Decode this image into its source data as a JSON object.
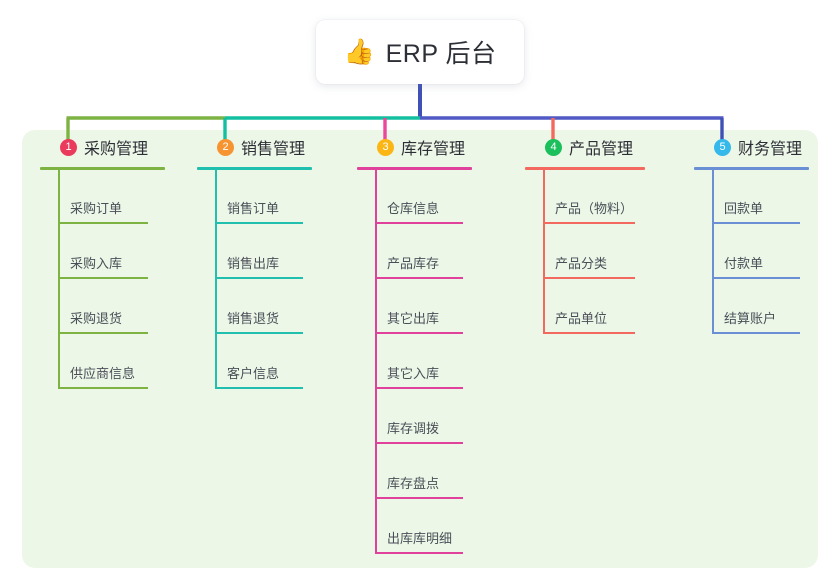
{
  "root": {
    "icon": "thumbs-up-icon",
    "emoji": "👍",
    "title": "ERP 后台"
  },
  "palette": {
    "page_background": "#ffffff",
    "panel_background": "#edf7e8",
    "root_card_background": "#ffffff",
    "trunk": "#3f51b5",
    "bus_left": "#7cb342",
    "bus_mid": "#12bfa0",
    "bus_right": "#5159c4"
  },
  "columns": [
    {
      "index": "1",
      "label": "采购管理",
      "badge_color": "#ea3b5c",
      "line_color": "#7cb342",
      "stub_color": "#7cb342",
      "items": [
        "采购订单",
        "采购入库",
        "采购退货",
        "供应商信息"
      ]
    },
    {
      "index": "2",
      "label": "销售管理",
      "badge_color": "#f79432",
      "line_color": "#21bfae",
      "stub_color": "#12bfa0",
      "items": [
        "销售订单",
        "销售出库",
        "销售退货",
        "客户信息"
      ]
    },
    {
      "index": "3",
      "label": "库存管理",
      "badge_color": "#fbb615",
      "line_color": "#e0429b",
      "stub_color": "#ec4899",
      "items": [
        "仓库信息",
        "产品库存",
        "其它出库",
        "其它入库",
        "库存调拨",
        "库存盘点",
        "出库库明细"
      ]
    },
    {
      "index": "4",
      "label": "产品管理",
      "badge_color": "#1bbf5c",
      "line_color": "#f4695f",
      "stub_color": "#f4695f",
      "items": [
        "产品（物料）",
        "产品分类",
        "产品单位"
      ]
    },
    {
      "index": "5",
      "label": "财务管理",
      "badge_color": "#35b8ea",
      "line_color": "#6b8fd4",
      "stub_color": "#3f51b5",
      "items": [
        "回款单",
        "付款单",
        "结算账户"
      ]
    }
  ]
}
